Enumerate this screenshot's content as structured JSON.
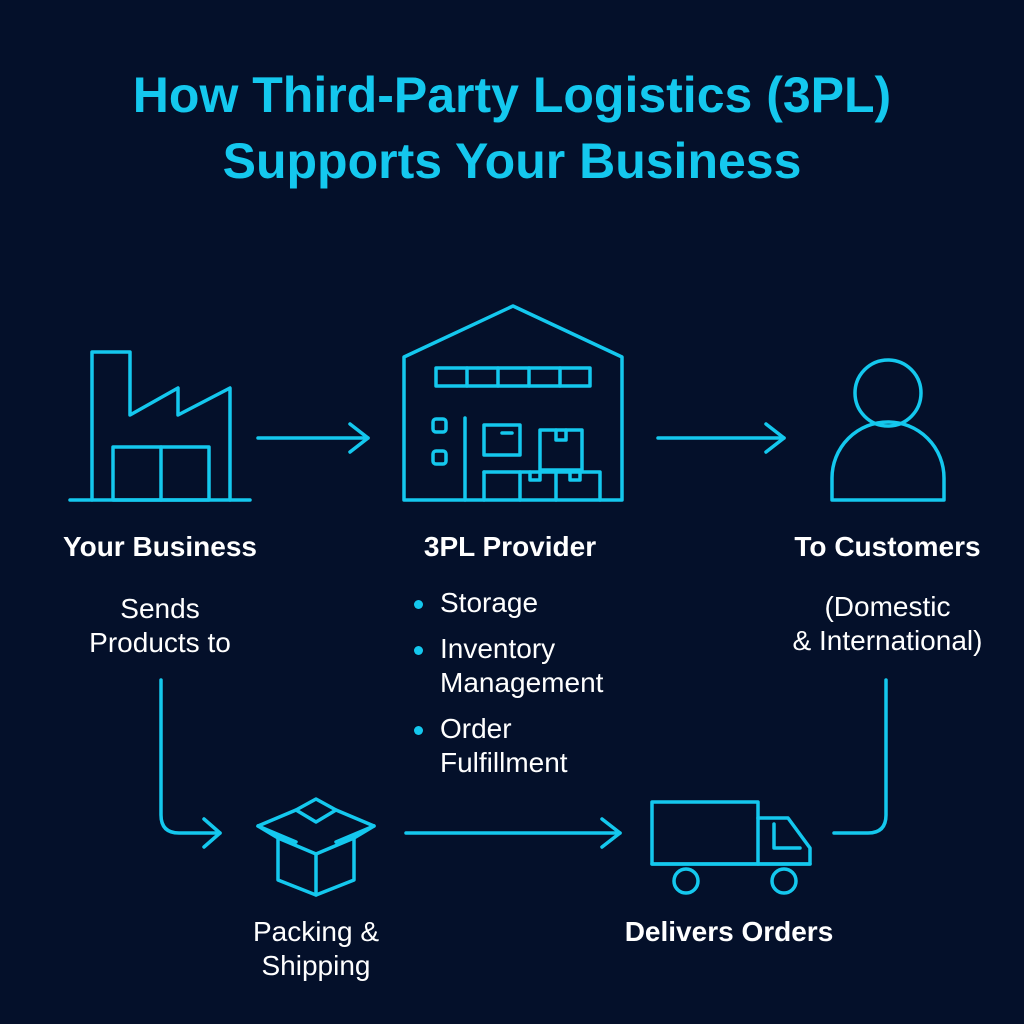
{
  "colors": {
    "background": "#04102a",
    "accent": "#14c8ee",
    "text": "#ffffff"
  },
  "title": {
    "line1": "How Third-Party Logistics (3PL)",
    "line2": "Supports Your Business"
  },
  "nodes": {
    "business": {
      "icon": "factory-icon",
      "label": "Your Business",
      "sub_line1": "Sends",
      "sub_line2": "Products to"
    },
    "provider": {
      "icon": "warehouse-icon",
      "label": "3PL Provider",
      "services": [
        {
          "line1": "Storage",
          "line2": ""
        },
        {
          "line1": "Inventory",
          "line2": "Management"
        },
        {
          "line1": "Order",
          "line2": "Fulfillment"
        }
      ]
    },
    "customers": {
      "icon": "person-icon",
      "label": "To Customers",
      "sub_line1": "(Domestic",
      "sub_line2": "& International)"
    },
    "packing": {
      "icon": "box-icon",
      "label_line1": "Packing &",
      "label_line2": "Shipping"
    },
    "delivery": {
      "icon": "truck-icon",
      "label": "Delivers Orders"
    }
  }
}
